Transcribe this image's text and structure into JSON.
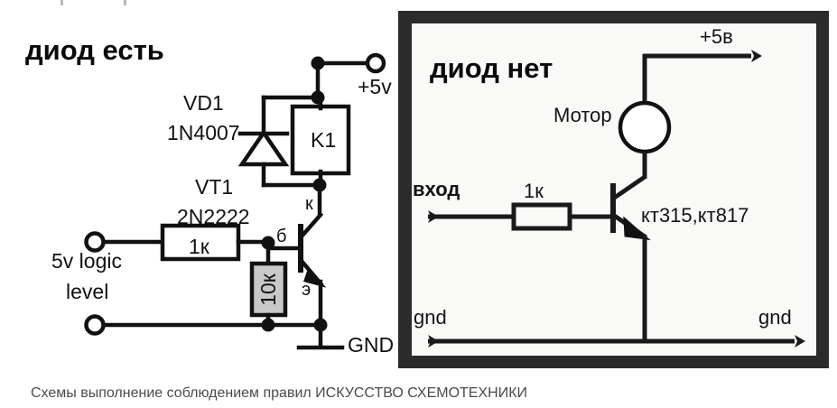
{
  "document": {
    "type": "electronic-schematic-comparison",
    "caption": "Схемы выполнение соблюдением правил ИСКУССТВО СХЕМОТЕХНИКИ"
  },
  "left_circuit": {
    "heading": "диод есть",
    "labels": {
      "diode_ref": "VD1",
      "diode_part": "1N4007",
      "transistor_ref": "VT1",
      "transistor_part": "2N2222",
      "relay": "K1",
      "supply": "+5v",
      "ground": "GND",
      "base_resistor": "1к",
      "pulldown_resistor": "10к",
      "input_line1": "5v logic",
      "input_line2": "level",
      "pin_collector": "к",
      "pin_base": "б",
      "pin_emitter": "э"
    }
  },
  "right_circuit": {
    "heading": "диод нет",
    "labels": {
      "motor": "Мотор",
      "supply": "+5в",
      "input": "вход",
      "base_resistor": "1к",
      "transistor_parts": "кт315,кт817",
      "ground_left": "gnd",
      "ground_right": "gnd"
    }
  },
  "colors": {
    "wire": "#111111",
    "panel_border": "#2b2b2b",
    "panel_background": "#f9f9f7",
    "resistor_gray": "#c9c9c9",
    "caption_text": "#4a4a4a",
    "page_background": "#ffffff"
  }
}
